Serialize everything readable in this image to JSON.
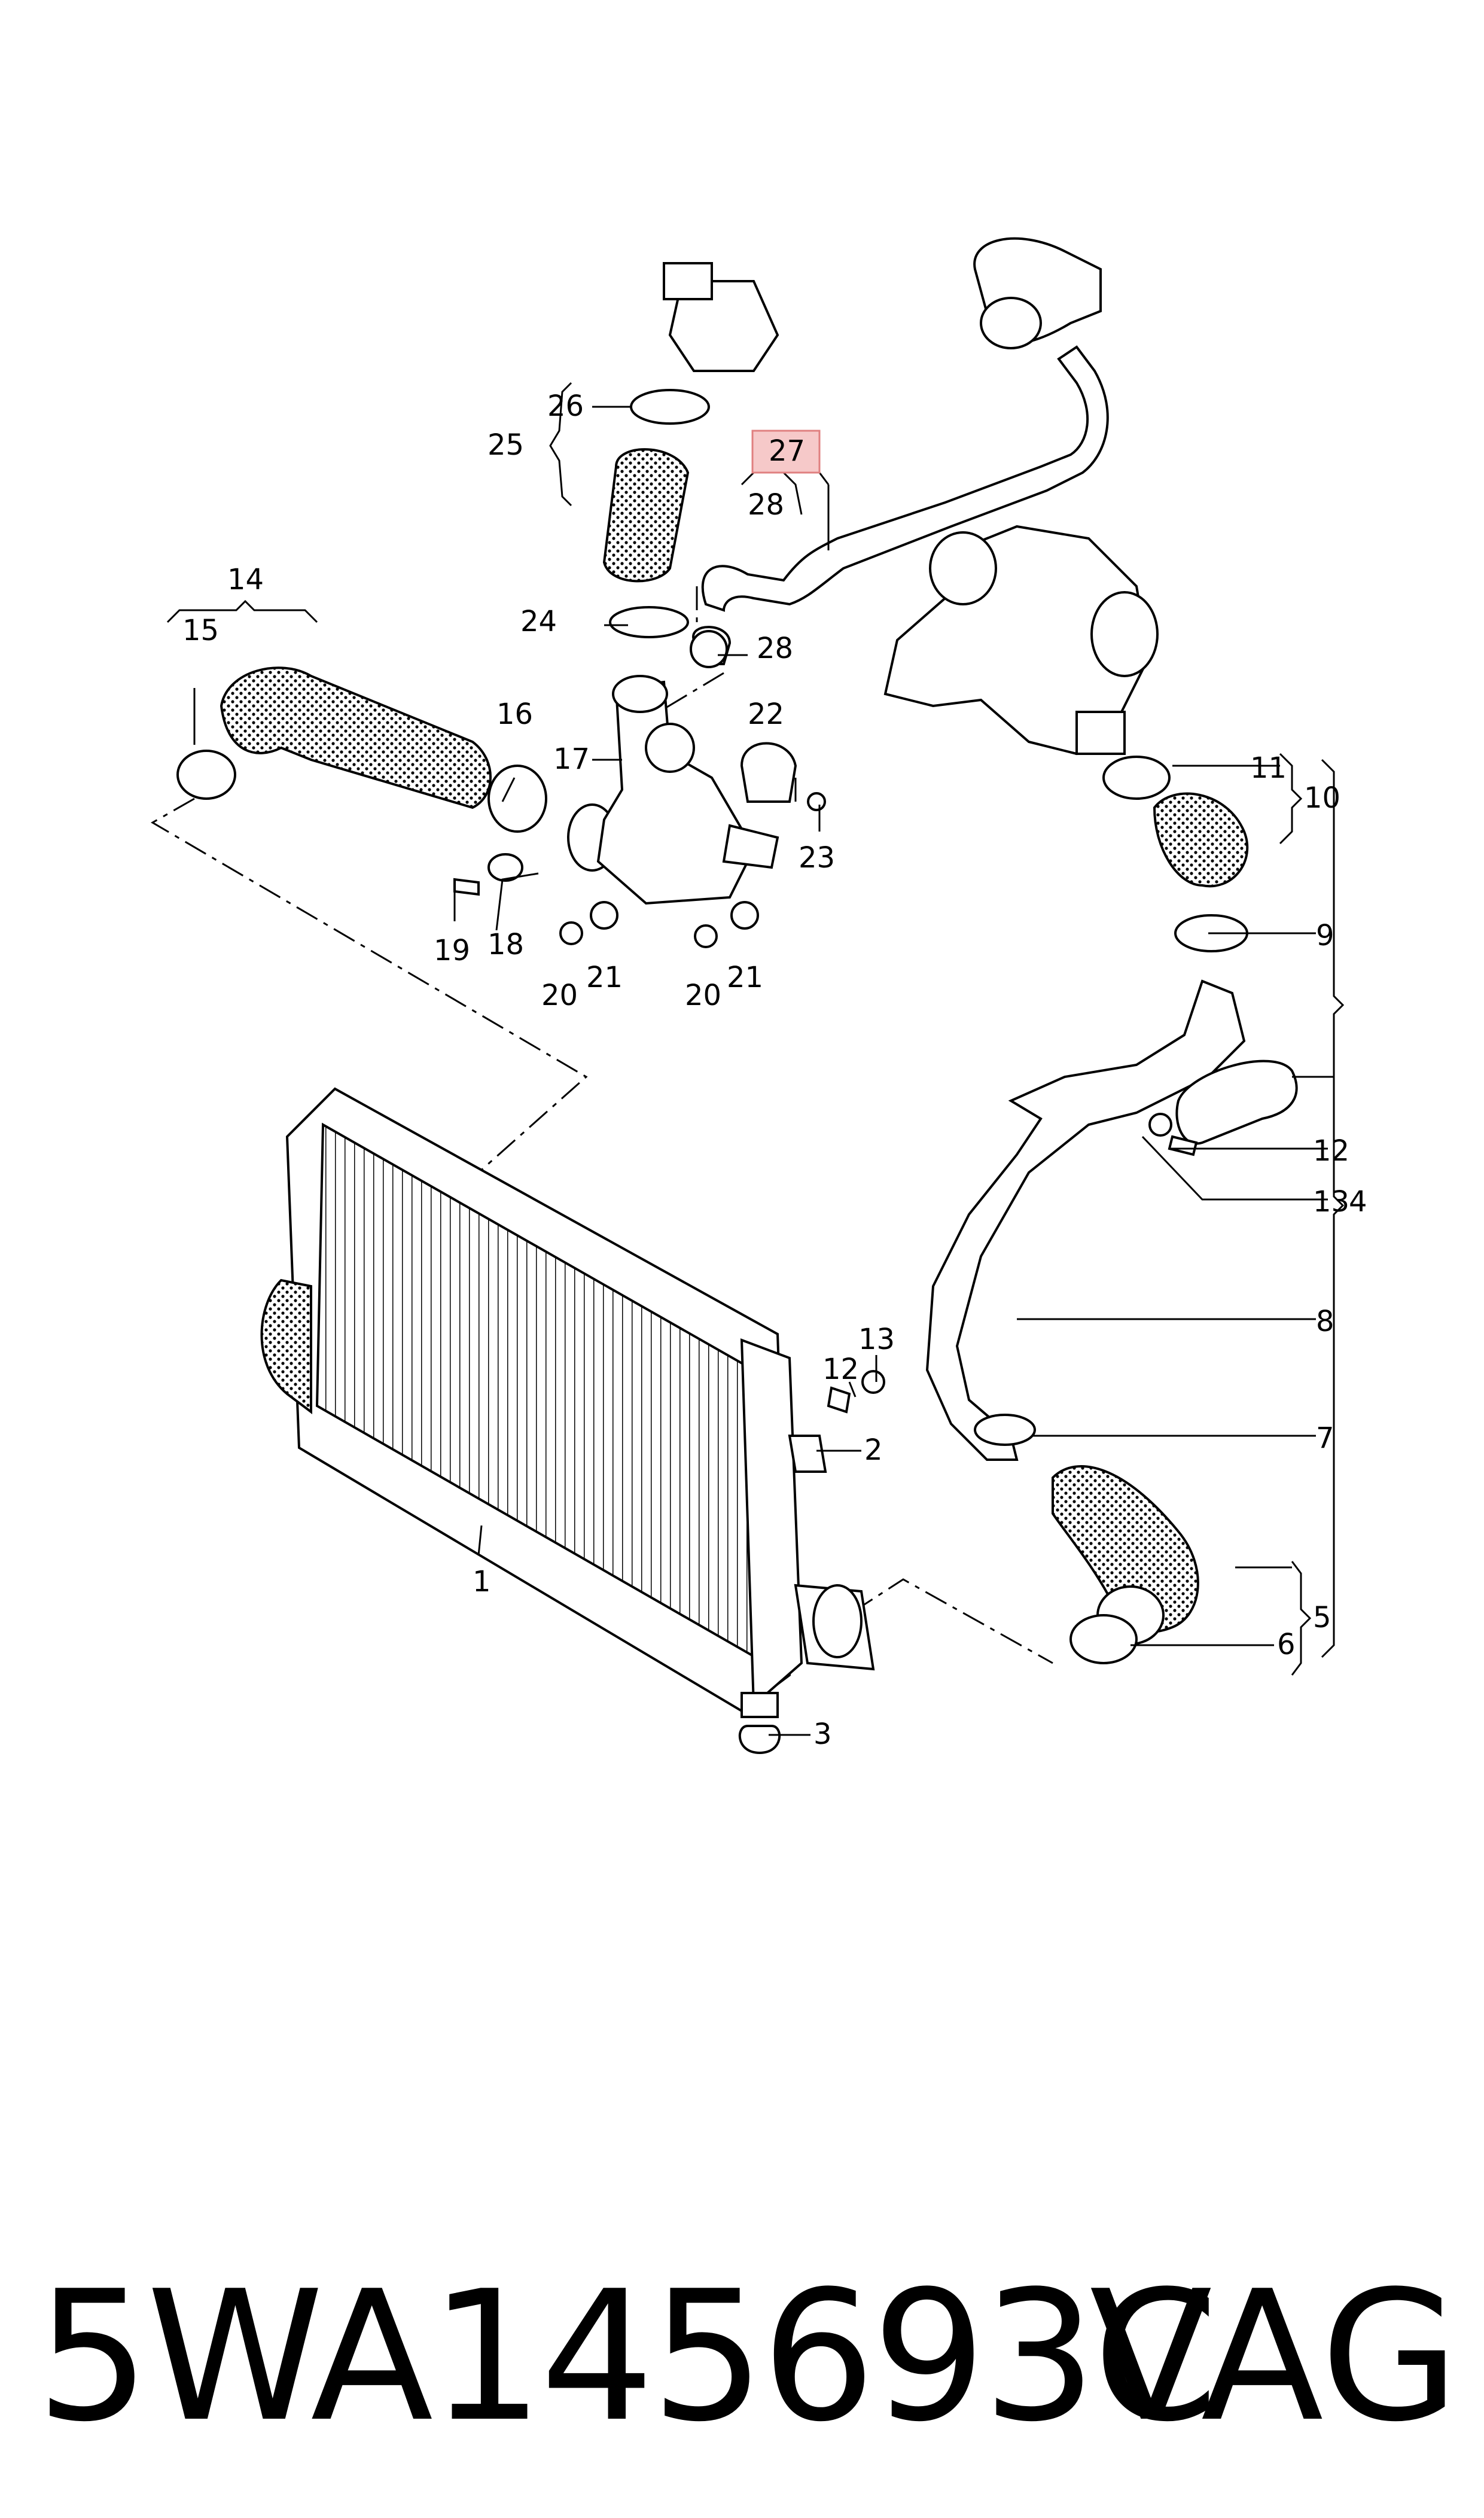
{
  "callouts": [
    {
      "id": "c1",
      "text": "1"
    },
    {
      "id": "c2",
      "text": "2"
    },
    {
      "id": "c3",
      "text": "3"
    },
    {
      "id": "c4",
      "text": "4"
    },
    {
      "id": "c5",
      "text": "5"
    },
    {
      "id": "c6",
      "text": "6"
    },
    {
      "id": "c7",
      "text": "7"
    },
    {
      "id": "c8",
      "text": "8"
    },
    {
      "id": "c9",
      "text": "9"
    },
    {
      "id": "c10",
      "text": "10"
    },
    {
      "id": "c11",
      "text": "11"
    },
    {
      "id": "c12a",
      "text": "12"
    },
    {
      "id": "c12b",
      "text": "12"
    },
    {
      "id": "c13a",
      "text": "13"
    },
    {
      "id": "c13b",
      "text": "13"
    },
    {
      "id": "c14",
      "text": "14"
    },
    {
      "id": "c15",
      "text": "15"
    },
    {
      "id": "c16",
      "text": "16"
    },
    {
      "id": "c17",
      "text": "17"
    },
    {
      "id": "c18",
      "text": "18"
    },
    {
      "id": "c19",
      "text": "19"
    },
    {
      "id": "c20a",
      "text": "20"
    },
    {
      "id": "c20b",
      "text": "20"
    },
    {
      "id": "c21a",
      "text": "21"
    },
    {
      "id": "c21b",
      "text": "21"
    },
    {
      "id": "c22",
      "text": "22"
    },
    {
      "id": "c23",
      "text": "23"
    },
    {
      "id": "c24",
      "text": "24"
    },
    {
      "id": "c25",
      "text": "25"
    },
    {
      "id": "c26",
      "text": "26"
    },
    {
      "id": "c27",
      "text": "27"
    },
    {
      "id": "c28a",
      "text": "28"
    },
    {
      "id": "c28b",
      "text": "28"
    }
  ],
  "highlight": {
    "callout": "27",
    "color": "#f6c9c9",
    "border": "#e08080"
  },
  "footer": {
    "part_number": "5WA145693C",
    "brand": "VAG"
  }
}
